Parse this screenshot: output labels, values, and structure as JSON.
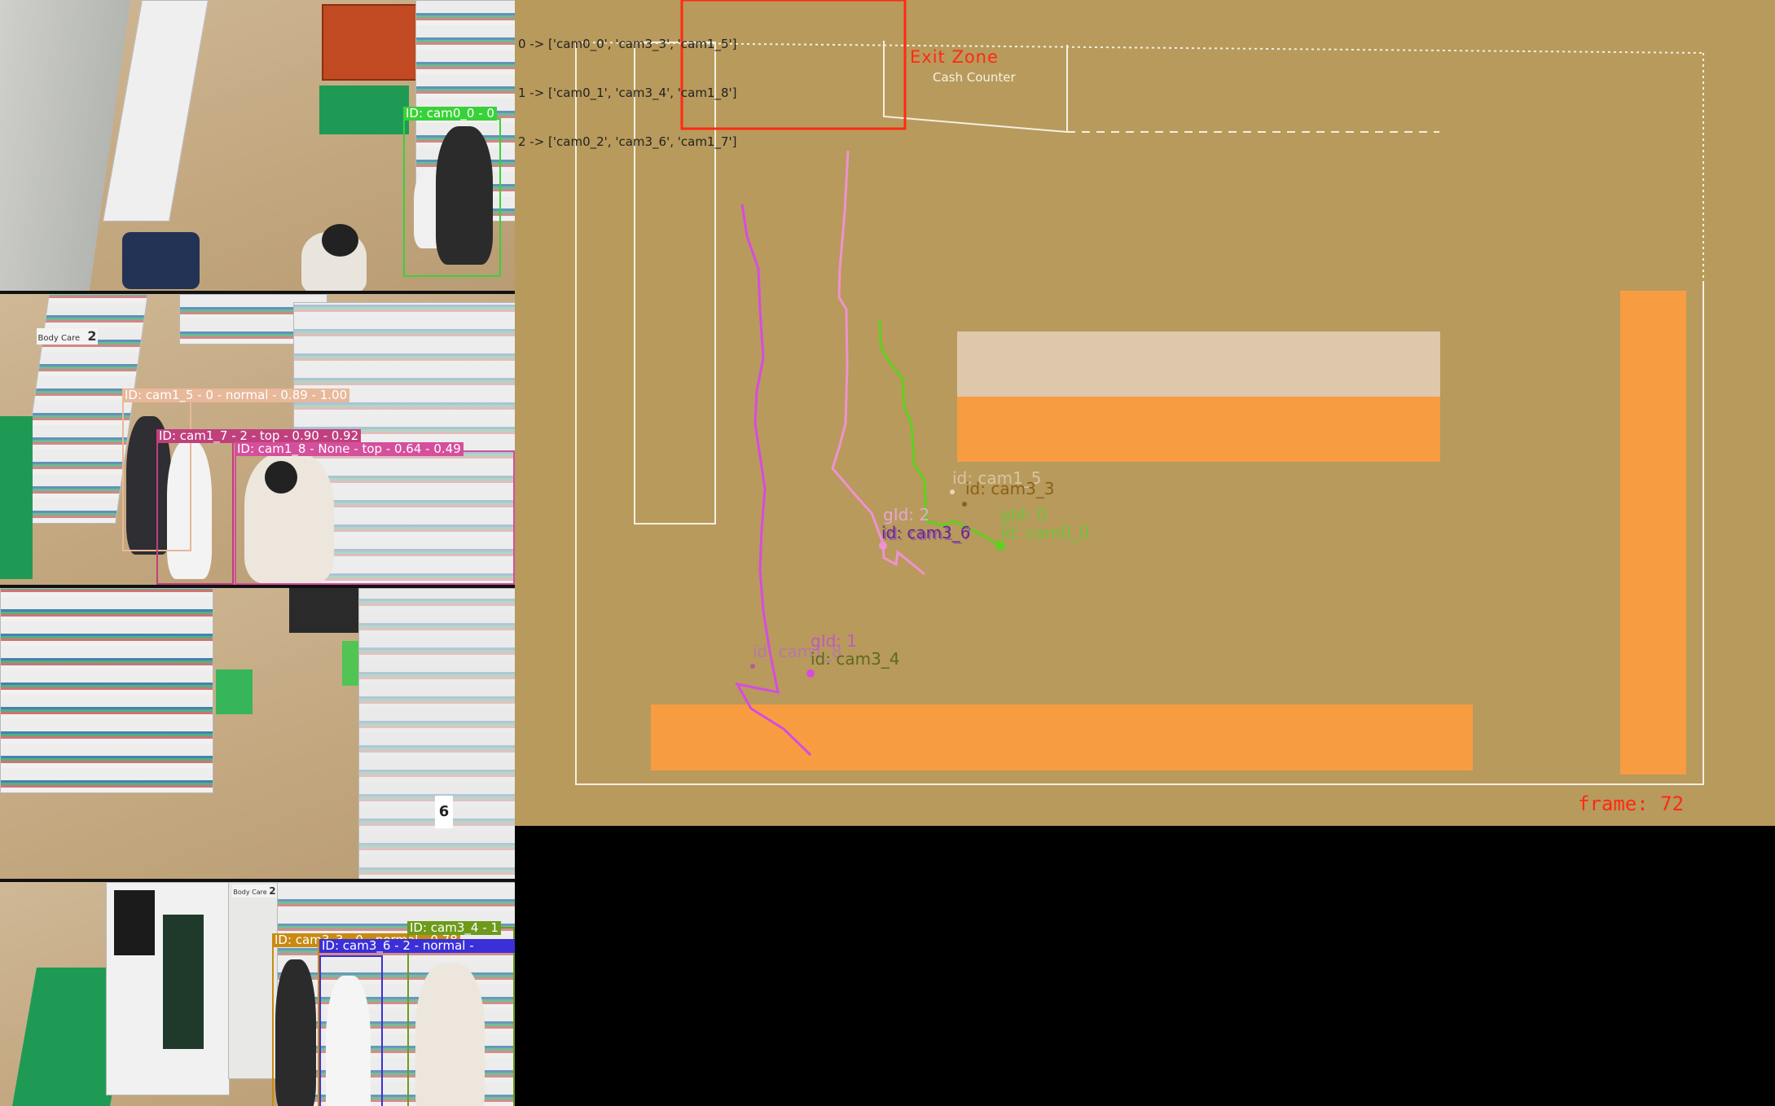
{
  "cameras": [
    {
      "name": "cam0",
      "detections": [
        {
          "label": "ID: cam0_0 - 0",
          "color": "#39d13a"
        }
      ]
    },
    {
      "name": "cam1",
      "detections": [
        {
          "label": "ID: cam1_5 - 0 - normal - 0.89 - 1.00",
          "color": "#e8b89a"
        },
        {
          "label": "ID: cam1_7 - 2 - top - 0.90 - 0.92",
          "color": "#c0407e"
        },
        {
          "label": "ID: cam1_8 - None - top - 0.64 - 0.49",
          "color": "#d44f9c"
        }
      ],
      "shelf_sign": {
        "name": "Body Care",
        "number": "2"
      }
    },
    {
      "name": "cam2",
      "detections": [],
      "shelf_sign": {
        "number": "6"
      }
    },
    {
      "name": "cam3",
      "detections": [
        {
          "label": "ID: cam3_3 - 0 - normal - 0.78",
          "color": "#c98a12"
        },
        {
          "label": "ID: cam3_4 - 1",
          "color": "#6e9a1c"
        },
        {
          "label": "ID: cam3_6 - 2 - normal -",
          "color": "#3b2fd8"
        }
      ],
      "shelf_sign": {
        "name": "Body Care",
        "number": "2"
      }
    }
  ],
  "map": {
    "mapping_legend": [
      "0 -> ['cam0_0', 'cam3_3', 'cam1_5']",
      "1 -> ['cam0_1', 'cam3_4', 'cam1_8']",
      "2 -> ['cam0_2', 'cam3_6', 'cam1_7']"
    ],
    "exit_zone_label": "Exit Zone",
    "cash_counter_label": "Cash Counter",
    "frame_label": "frame: 72",
    "colors": {
      "background": "#b89a5c",
      "exit_zone": "#ff2a12",
      "shelf_orange": "#f89c42",
      "shelf_light": "#dfc7ab",
      "outline": "#f4efe2",
      "frame_text": "#ff2a12"
    },
    "tracks": [
      {
        "gid_label": "gId: 0",
        "id_label": "id: cam0_0",
        "color": "#5fd11e",
        "label_color": "#6ec43a"
      },
      {
        "gid_label": "gId: 1",
        "id_label": "id: cam3_4",
        "color": "#d64ce0",
        "label_color": "#5c6b1e"
      },
      {
        "gid_label": "gId: 2",
        "id_label": "id: cam3_6",
        "color": "#ee92d0",
        "label_color": "#6a2a8a"
      }
    ],
    "floating_labels": [
      {
        "text": "id: cam1_5",
        "color": "#d9c4a2"
      },
      {
        "text": "id: cam3_3",
        "color": "#8a6118"
      },
      {
        "text": "id: cam1_8",
        "color": "#b57aa4"
      },
      {
        "text": "id: cam1_7",
        "color": "#9b5fa0"
      }
    ]
  }
}
